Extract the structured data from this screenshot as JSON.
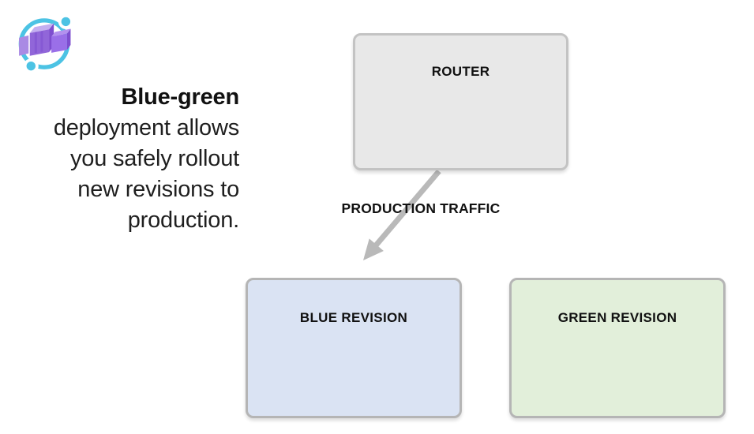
{
  "page": {
    "background": "#ffffff"
  },
  "header": {
    "logo": {
      "name": "azure-container-apps-logo",
      "colors": {
        "orbit": "#4cc3e4",
        "cube_front": "#9166d9",
        "cube_top": "#c3aef0",
        "cube_side": "#7e4ecf",
        "right_cube": "#9a6fe8",
        "right_cube_top": "#b391ee",
        "left_slab": "#a98ae4"
      }
    }
  },
  "intro": {
    "bold_text": "Blue-green",
    "rest_text": " deployment allows you safely rollout new revisions to production."
  },
  "diagram": {
    "router": {
      "label": "ROUTER",
      "fill": "#e8e8e8",
      "border": "#c3c3c3"
    },
    "traffic_label": "PRODUCTION TRAFFIC",
    "arrow_color": "#b9b9b9",
    "blue_revision": {
      "label": "BLUE REVISION",
      "fill": "#dae3f3",
      "border": "#b5b5b5"
    },
    "green_revision": {
      "label": "GREEN REVISION",
      "fill": "#e2efda",
      "border": "#b5b5b5"
    }
  }
}
